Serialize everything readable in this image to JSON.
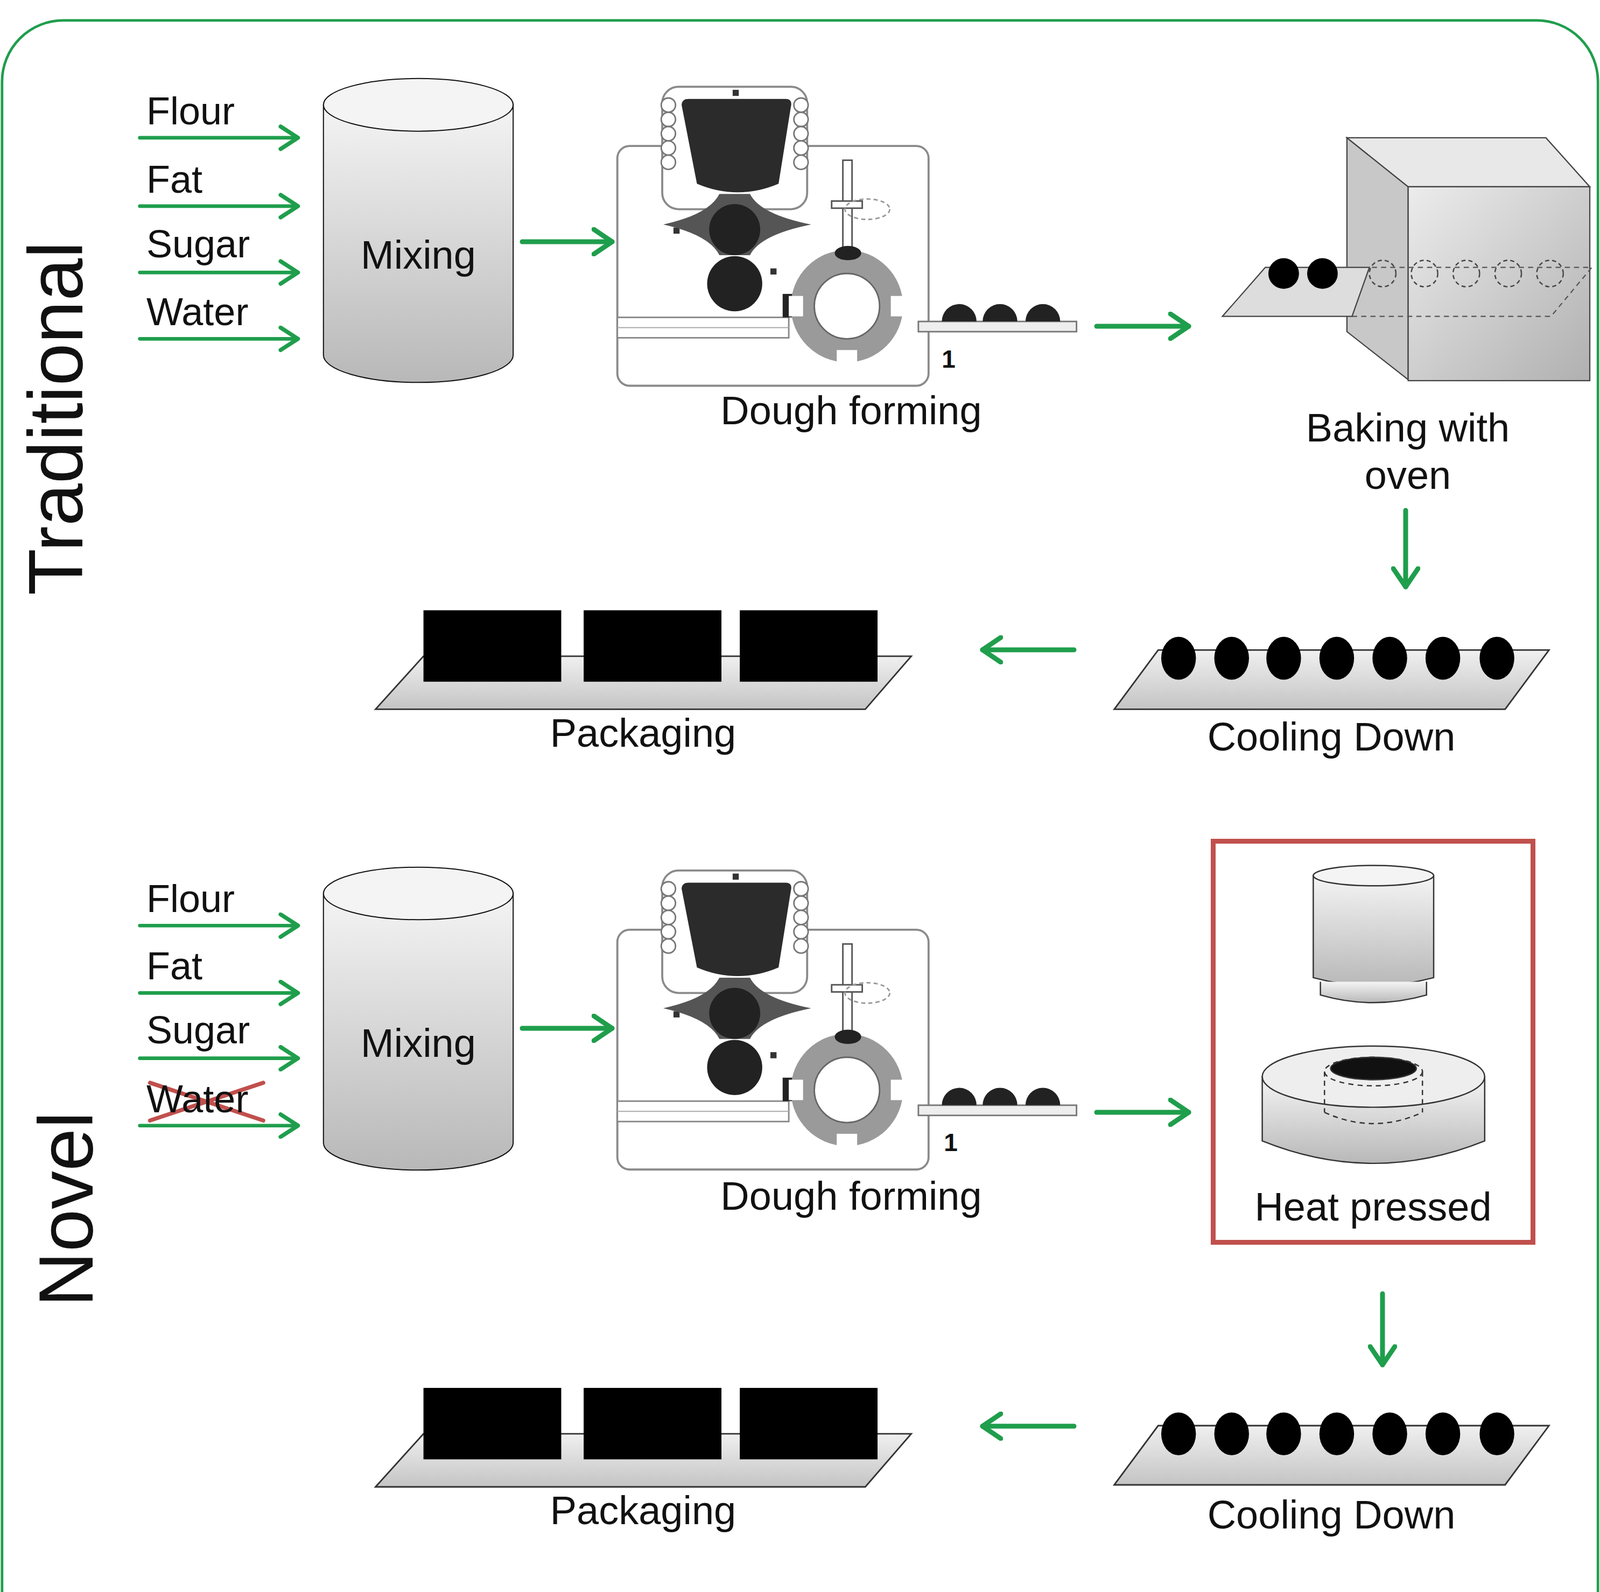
{
  "diagram": {
    "nodes": [
      {
        "text": [
          "Mixing"
        ]
      },
      {
        "text": [
          "Dough forming"
        ]
      },
      {
        "text": [
          "Baking with oven"
        ]
      },
      {
        "text": [
          "Packaging"
        ]
      },
      {
        "text": [
          "Cooling Down"
        ]
      },
      {
        "text": [
          "Mixing"
        ]
      },
      {
        "text": [
          "Dough forming"
        ]
      },
      {
        "text": [
          "Heat pressed"
        ]
      },
      {
        "text": [
          "Packaging"
        ]
      },
      {
        "text": [
          "Cooling Down"
        ]
      }
    ],
    "edges": [
      {
        "from": 0,
        "to": 1,
        "arrow": "to"
      },
      {
        "from": 1,
        "to": 2,
        "arrow": "to"
      },
      {
        "from": 2,
        "to": 4,
        "arrow": "to"
      },
      {
        "from": 4,
        "to": 3,
        "arrow": "to"
      },
      {
        "from": 5,
        "to": 6,
        "arrow": "to"
      },
      {
        "from": 6,
        "to": 7,
        "arrow": "to"
      },
      {
        "from": 7,
        "to": 9,
        "arrow": "to"
      },
      {
        "from": 9,
        "to": 8,
        "arrow": "to"
      }
    ],
    "labels": [
      "Traditional",
      "Flour",
      "Fat",
      "Sugar",
      "Water",
      "1",
      "Novel",
      "Flour",
      "Fat",
      "Sugar",
      "Water",
      "1"
    ]
  }
}
